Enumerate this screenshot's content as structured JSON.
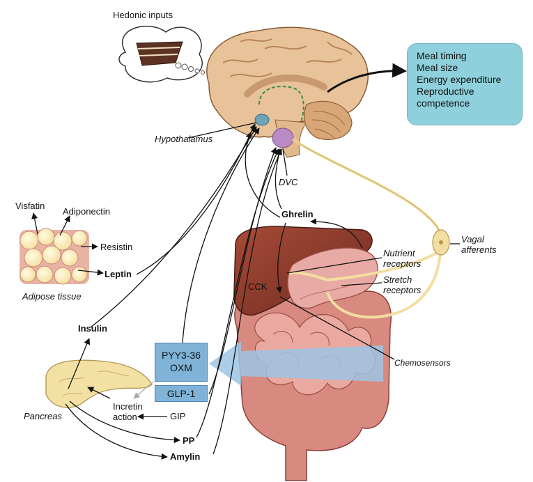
{
  "labels": {
    "hedonic_inputs": "Hedonic inputs",
    "hypothalamus": "Hypothalamus",
    "dvc": "DVC",
    "ghrelin": "Ghrelin",
    "vagal_afferents": "Vagal\nafferents",
    "nutrient_receptors": "Nutrient\nreceptors",
    "stretch_receptors": "Stretch\nreceptors",
    "cck": "CCK",
    "chemosensors": "Chemosensors",
    "visfatin": "Visfatin",
    "adiponectin": "Adiponectin",
    "resistin": "Resistin",
    "leptin": "Leptin",
    "adipose_tissue": "Adipose tissue",
    "insulin": "Insulin",
    "pancreas": "Pancreas",
    "pyy": "PYY3-36",
    "oxm": "OXM",
    "glp1": "GLP-1",
    "incretin_action": "Incretin\naction",
    "gip": "GIP",
    "pp": "PP",
    "amylin": "Amylin"
  },
  "outputs": [
    "Meal timing",
    "Meal size",
    "Energy expenditure",
    "Reproductive",
    "competence"
  ],
  "colors": {
    "brain": "#e8c39a",
    "brain_fold": "#b8855a",
    "cerebellum": "#d9a777",
    "dvc": "#b98ac6",
    "liver": "#8c3b2c",
    "stomach": "#e8aaa4",
    "intestine": "#e09c93",
    "pancreas": "#f3e1a4",
    "adipose_cell": "#fff4c8",
    "adipose_bg": "#e9b3a4",
    "nerve": "#f2dea0",
    "signal_arrow": "#9cc4e4",
    "hormone_box": "#7fb3d8",
    "output_box": "#8ed0dc"
  }
}
